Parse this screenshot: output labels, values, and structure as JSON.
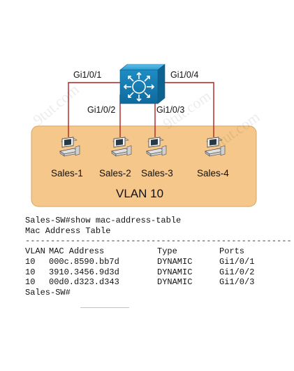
{
  "diagram": {
    "switch": {
      "icon": "layer3-switch-icon",
      "color": "#1a8fc4"
    },
    "ports": [
      "Gi1/0/1",
      "Gi1/0/2",
      "Gi1/0/3",
      "Gi1/0/4"
    ],
    "hosts": [
      "Sales-1",
      "Sales-2",
      "Sales-3",
      "Sales-4"
    ],
    "vlan_label": "VLAN 10",
    "vlan_fill": "#f5c78a",
    "link_color": "#b22222"
  },
  "cli": {
    "command": "Sales-SW#show mac-address-table",
    "table_title": "Mac Address Table",
    "separator": "-------------------------------------------------------",
    "headers": [
      "VLAN",
      "MAC Address",
      "Type",
      "Ports"
    ],
    "rows": [
      [
        "10",
        "000c.8590.bb7d",
        "DYNAMIC",
        "Gi1/0/1"
      ],
      [
        "10",
        "3910.3456.9d3d",
        "DYNAMIC",
        "Gi1/0/2"
      ],
      [
        "10",
        "00d0.d323.d343",
        "DYNAMIC",
        "Gi1/0/3"
      ]
    ],
    "prompt": "Sales-SW#"
  }
}
